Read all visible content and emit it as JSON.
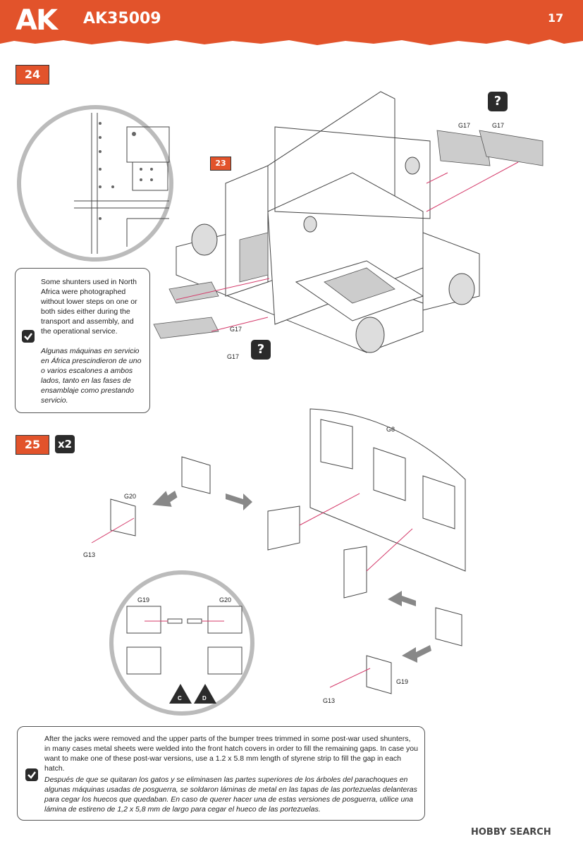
{
  "header": {
    "brand": "AK",
    "code": "AK35009",
    "page_number": "17",
    "color": "#e2532b"
  },
  "step24": {
    "number": "24",
    "ref_step": "23",
    "parts": [
      "G17",
      "G17",
      "G17",
      "G17"
    ],
    "note": {
      "en": "Some shunters used in North Africa were photographed without lower steps on one or both sides either during the transport and assembly, and the operational service.",
      "es": "Algunas máquinas en servicio en África prescindieron de uno o varios escalones a ambos lados, tanto en las fases de ensamblaje como prestando servicio."
    }
  },
  "step25": {
    "number": "25",
    "multiplier": "x2",
    "parts": {
      "g8": "G8",
      "g20": "G20",
      "g13_left": "G13",
      "g19": "G19",
      "g13_right": "G13",
      "detail_g19": "G19",
      "detail_g20": "G20"
    },
    "triangles": [
      "C",
      "D"
    ]
  },
  "bottom_note": {
    "en": "After the jacks were removed and the upper parts of the bumper trees trimmed in some post-war used shunters, in many cases metal sheets were welded into the front hatch covers in order to fill the remaining gaps. In case you want to make one of these post-war versions, use a 1.2 x 5.8 mm length of styrene strip to fill the gap in each hatch.",
    "es": "Después de que se quitaran los gatos y se eliminasen las partes superiores de los árboles del parachoques en algunas máquinas usadas de posguerra, se soldaron láminas de metal en las tapas de las portezuelas delanteras para cegar los huecos que quedaban. En caso de querer hacer una de estas versiones de posguerra, utilice una lámina de estireno de 1,2 x 5,8 mm de largo para cegar el hueco de las portezuelas."
  },
  "icons": {
    "question": "?",
    "check": "checkmark-icon"
  },
  "footer": {
    "watermark": "HOBBY SEARCH"
  }
}
